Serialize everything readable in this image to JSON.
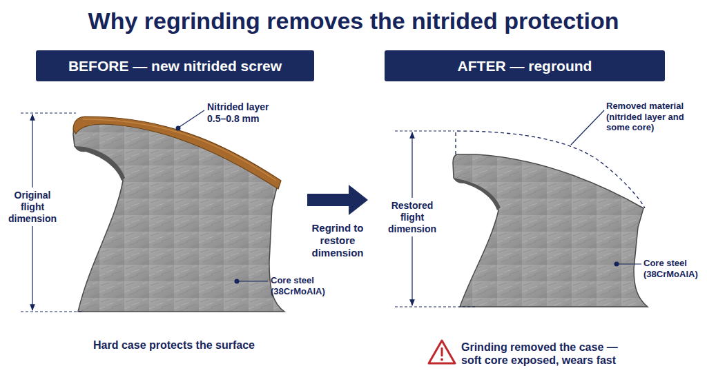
{
  "diagram": {
    "title": "Why regrinding removes the nitrided protection",
    "nodes": [
      {
        "text": [
          "BEFORE — new nitrided screw"
        ]
      },
      {
        "text": [
          "AFTER — reground"
        ]
      }
    ],
    "labels": [
      "Nitrided layer 0.5–0.8 mm",
      "Original flight dimension",
      "Core steel (38CrMoAlA)",
      "Regrind to restore dimension",
      "Removed material (nitrided layer and some core)",
      "Restored flight dimension",
      "Core steel (38CrMoAlA)",
      "Hard case protects the surface",
      "Grinding removed the case — soft core exposed, wears fast"
    ]
  }
}
